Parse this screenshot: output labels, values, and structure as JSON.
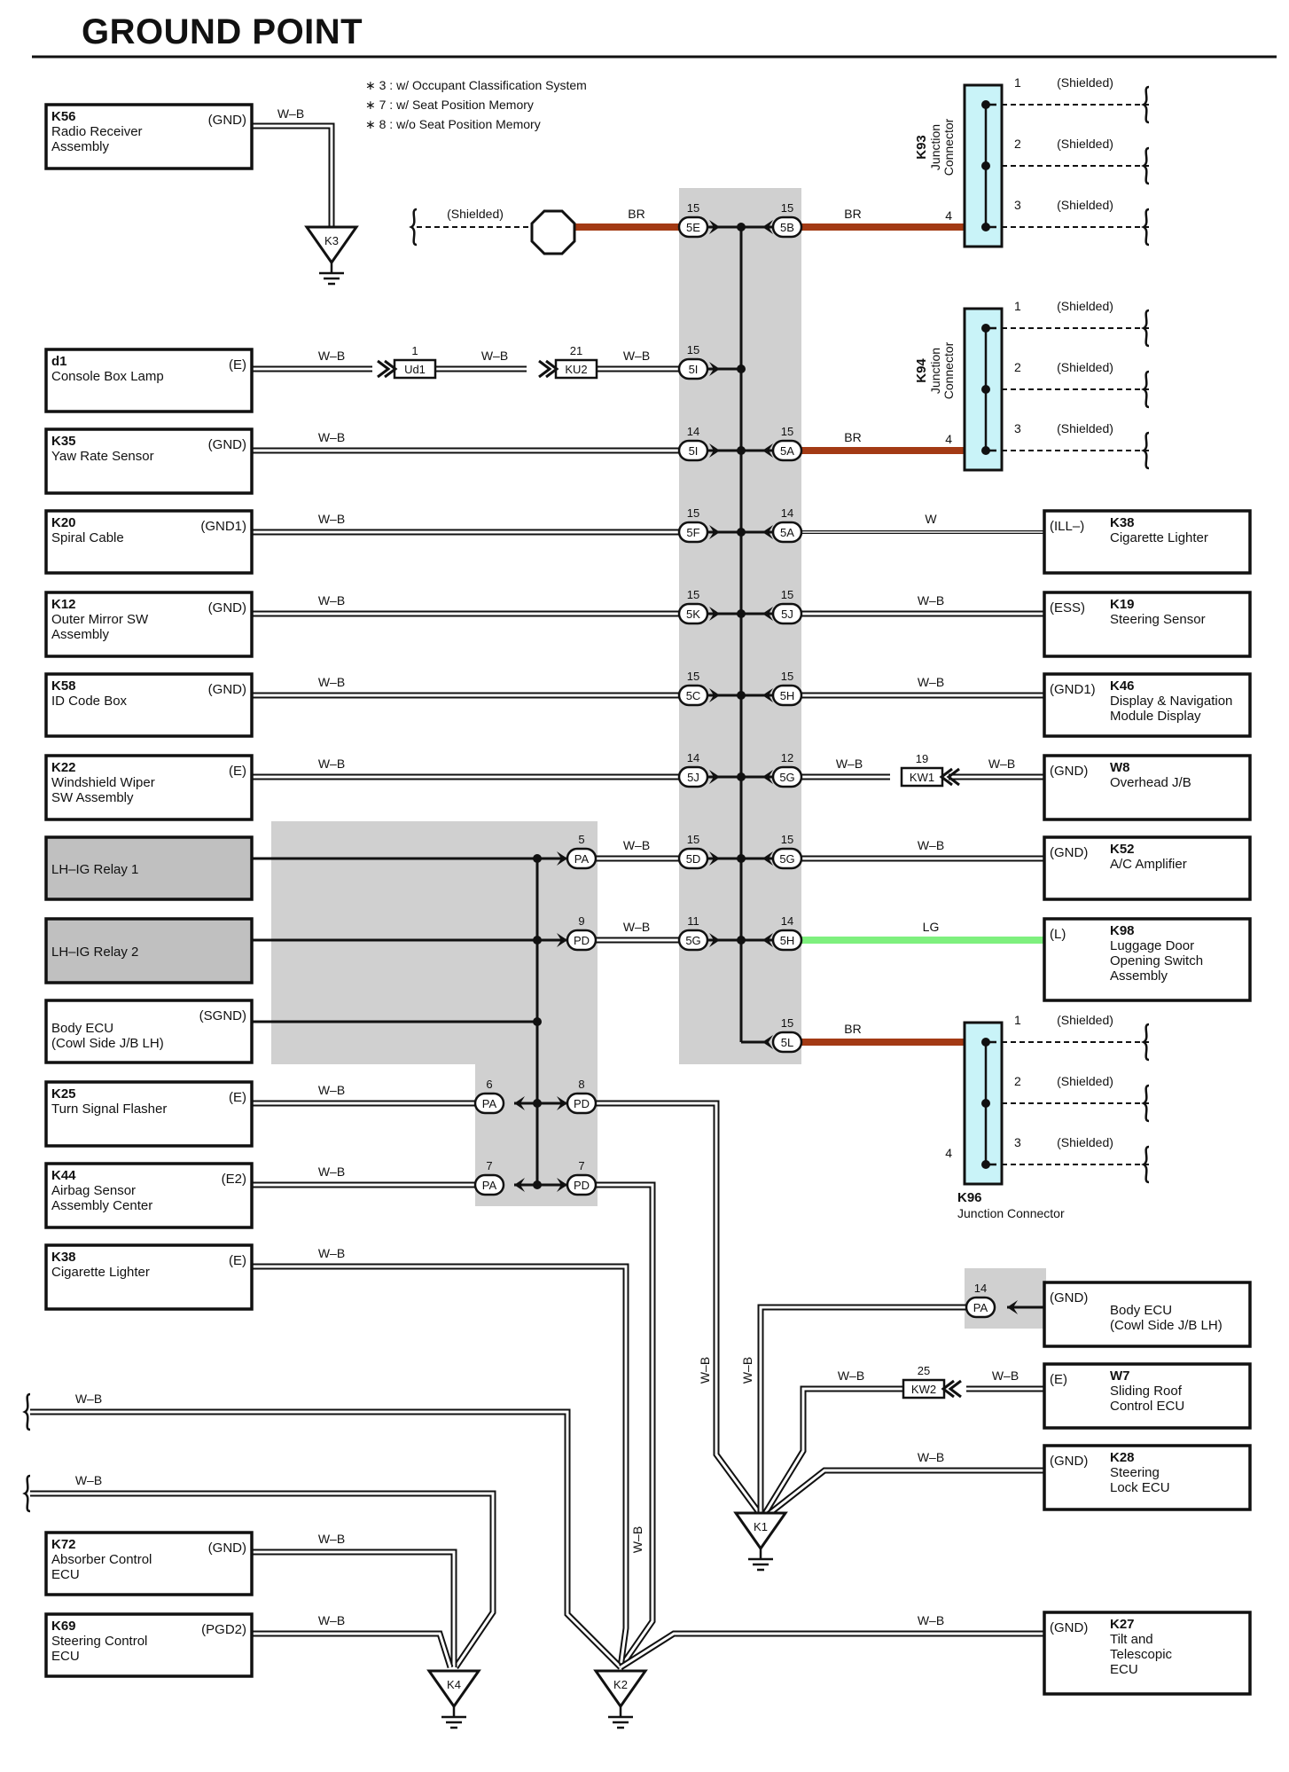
{
  "page": {
    "title": "GROUND POINT"
  },
  "notes": [
    "∗ 3 : w/ Occupant Classification System",
    "∗ 7 : w/ Seat Position Memory",
    "∗ 8 : w/o Seat Position Memory"
  ],
  "colors": {
    "br": "#a33a14",
    "lg": "#7ef07e",
    "junction": "#c9f3f8",
    "shade": "#d0d0d0",
    "relay": "#c0c0c0"
  },
  "left_components": [
    {
      "id": "K56",
      "name": "Radio Receiver\nAssembly",
      "pin": "(GND)"
    },
    {
      "id": "d1",
      "name": "Console Box Lamp",
      "pin": "(E)"
    },
    {
      "id": "K35",
      "name": "Yaw Rate Sensor",
      "pin": "(GND)"
    },
    {
      "id": "K20",
      "name": "Spiral Cable",
      "pin": "(GND1)"
    },
    {
      "id": "K12",
      "name": "Outer Mirror SW\nAssembly",
      "pin": "(GND)"
    },
    {
      "id": "K58",
      "name": "ID Code Box",
      "pin": "(GND)"
    },
    {
      "id": "K22",
      "name": "Windshield Wiper\nSW Assembly",
      "pin": "(E)"
    },
    {
      "id": "",
      "name": "LH–IG Relay 1",
      "pin": ""
    },
    {
      "id": "",
      "name": "LH–IG Relay 2",
      "pin": ""
    },
    {
      "id": "",
      "name": "Body ECU\n(Cowl Side J/B LH)",
      "pin": "(SGND)"
    },
    {
      "id": "K25",
      "name": "Turn Signal Flasher",
      "pin": "(E)"
    },
    {
      "id": "K44",
      "name": "Airbag Sensor\nAssembly Center",
      "pin": "(E2)"
    },
    {
      "id": "K38",
      "name": "Cigarette Lighter",
      "pin": "(E)"
    },
    {
      "id": "K72",
      "name": "Absorber Control\nECU",
      "pin": "(GND)"
    },
    {
      "id": "K69",
      "name": "Steering Control\nECU",
      "pin": "(PGD2)"
    }
  ],
  "right_components": [
    {
      "id": "K38",
      "name": "Cigarette Lighter",
      "pin": "(ILL–)"
    },
    {
      "id": "K19",
      "name": "Steering Sensor",
      "pin": "(ESS)"
    },
    {
      "id": "K46",
      "name": "Display & Navigation\nModule Display",
      "pin": "(GND1)"
    },
    {
      "id": "W8",
      "name": "Overhead J/B",
      "pin": "(GND)"
    },
    {
      "id": "K52",
      "name": "A/C Amplifier",
      "pin": "(GND)"
    },
    {
      "id": "K98",
      "name": "Luggage Door\nOpening Switch\nAssembly",
      "pin": "(L)"
    },
    {
      "id": "",
      "name": "Body ECU\n(Cowl Side J/B LH)",
      "pin": "(GND)"
    },
    {
      "id": "W7",
      "name": "Sliding Roof\nControl ECU",
      "pin": "(E)"
    },
    {
      "id": "K28",
      "name": "Steering\nLock ECU",
      "pin": "(GND)"
    },
    {
      "id": "K27",
      "name": "Tilt and\nTelescopic\nECU",
      "pin": "(GND)"
    }
  ],
  "junctions": {
    "K93": {
      "id": "K93",
      "name": "Junction\nConnector"
    },
    "K94": {
      "id": "K94",
      "name": "Junction\nConnector"
    },
    "K96": {
      "id": "K96",
      "name": "Junction Connector"
    }
  },
  "shielded_label": "(Shielded)",
  "wire_colors": {
    "wb": "W–B",
    "br": "BR",
    "w": "W",
    "lg": "LG"
  },
  "grounds": [
    "K3",
    "K1",
    "K4",
    "K2"
  ],
  "inline_connectors": [
    "Ud1",
    "KU2",
    "KW1",
    "KW2"
  ]
}
